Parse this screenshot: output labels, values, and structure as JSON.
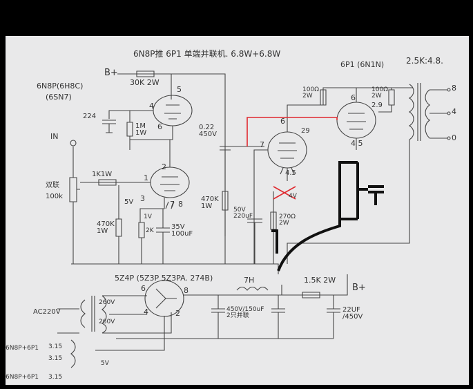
{
  "title": "6N8P推 6P1 单端并联机. 6.8W+6.8W",
  "transformer_ratio": "2.5K:4.8.",
  "left_tube": {
    "name": "6N8P(6H8C)",
    "alt": "(6SN7)"
  },
  "output_tubes": "6P1 (6N1N)",
  "supply": {
    "bplus_top": "B+",
    "bplus_right": "B+"
  },
  "pins": {
    "p5": "5",
    "p4": "4",
    "p6": "6",
    "p2": "2",
    "p1": "1",
    "p3": "3",
    "p7": "7",
    "p8": "8",
    "op_6": "6",
    "op_29": "29",
    "op_7": "7",
    "op_45": "4.5",
    "op2_6": "6",
    "op2_29": "2.9",
    "op2_45": "4 5",
    "rect_6": "6",
    "rect_8": "8",
    "rect_4": "4",
    "rect_2": "2",
    "tr_8": "8",
    "tr_4": "4",
    "tr_0": "0"
  },
  "components": {
    "r_30k": "30K 2W",
    "c_224": "224",
    "r_1m": "1M\n1W",
    "r_1k": "1K1W",
    "vr_100k": "100k",
    "vr_mark": "双联",
    "c_022": "0.22\n450V",
    "r_470k_top": "470K\n1W",
    "r_470k_left": "470K\n1W",
    "r_2k": "2K",
    "c_35v": "35V\n100uF",
    "label_5v": "5V",
    "label_1v": "1V",
    "r_100r_a": "100Ω\n2W",
    "r_100r_b": "100Ω\n2W",
    "c_50v": "50V\n220uF",
    "r_270r": "270Ω\n2W",
    "label_4v": "4V",
    "choke": "7H",
    "r_1k5": "1.5K 2W",
    "c_450": "450V/150uF\n2只并联",
    "c_22uf": "22UF\n/450V"
  },
  "rectifier": "5Z4P (5Z3P 5Z3PA. 274B)",
  "power": {
    "ac_in": "AC220V",
    "v260a": "260V",
    "v260b": "260V",
    "v5": "5V",
    "fil1_label": "6N8P+6P1",
    "fil2_label": "6N8P+6P1",
    "v315a": "3.15",
    "v315b": "3.15",
    "v315c": "3.15"
  },
  "input_label": "IN",
  "colors": {
    "paper": "#e9e9ea",
    "ink": "#444444",
    "red": "#e0282e",
    "marker": "#111111"
  }
}
